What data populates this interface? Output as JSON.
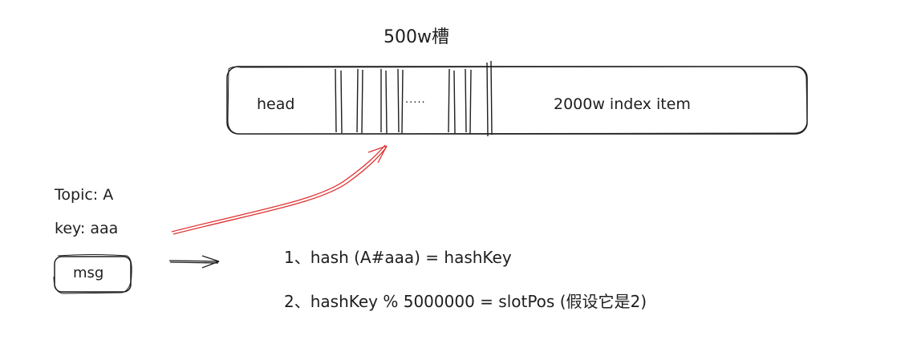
{
  "diagram": {
    "title": "500w槽",
    "index_file": {
      "head_label": "head",
      "slots_ellipsis": "·····",
      "index_items_label": "2000w index item"
    },
    "message": {
      "topic_line": "Topic: A",
      "key_line": "key: aaa",
      "msg_label": "msg"
    },
    "steps": {
      "step1": "1、hash (A#aaa) = hashKey",
      "step2": "2、hashKey % 5000000 = slotPos (假设它是2)"
    },
    "colors": {
      "stroke": "#1e1e1e",
      "arrow_highlight": "#e03131",
      "background": "#ffffff"
    }
  }
}
